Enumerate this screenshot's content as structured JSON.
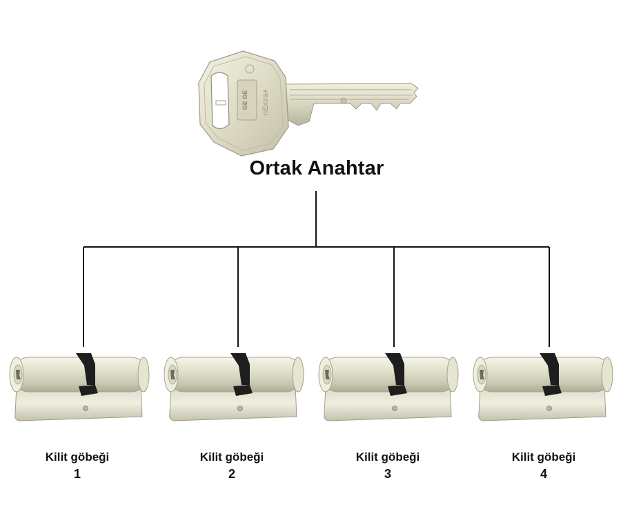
{
  "root": {
    "label": "Ortak Anahtar",
    "key_brand_marks": [
      "GE GE",
      "nExtra+"
    ]
  },
  "cylinders": [
    {
      "label": "Kilit göbeği",
      "number": "1"
    },
    {
      "label": "Kilit göbeği",
      "number": "2"
    },
    {
      "label": "Kilit göbeği",
      "number": "3"
    },
    {
      "label": "Kilit göbeği",
      "number": "4"
    }
  ],
  "colors": {
    "metal_light": "#e9e8d8",
    "metal_mid": "#cfceb9",
    "metal_dark": "#a9a793",
    "connector": "#111111",
    "cam": "#1e1e1e"
  },
  "icons": [
    "key-icon",
    "lock-cylinder-icon"
  ]
}
